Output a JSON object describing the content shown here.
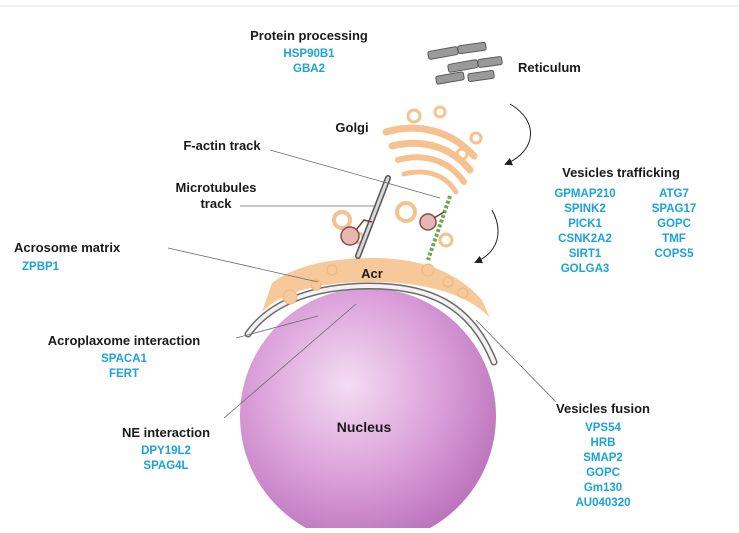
{
  "labels": {
    "protein_processing": "Protein processing",
    "reticulum": "Reticulum",
    "golgi": "Golgi",
    "factin_track": "F-actin track",
    "microtubules_track_line1": "Microtubules",
    "microtubules_track_line2": "track",
    "vesicles_trafficking": "Vesicles trafficking",
    "acrosome_matrix": "Acrosome matrix",
    "acr": "Acr",
    "acroplaxome_interaction": "Acroplaxome interaction",
    "ne_interaction": "NE interaction",
    "nucleus": "Nucleus",
    "vesicles_fusion": "Vesicles fusion"
  },
  "genes": {
    "protein_processing": [
      "HSP90B1",
      "GBA2"
    ],
    "vesicles_trafficking_left": [
      "GPMAP210",
      "SPINK2",
      "PICK1",
      "CSNK2A2",
      "SIRT1",
      "GOLGA3"
    ],
    "vesicles_trafficking_right": [
      "ATG7",
      "SPAG17",
      "GOPC",
      "TMF",
      "COPS5"
    ],
    "acrosome_matrix": [
      "ZPBP1"
    ],
    "acroplaxome_interaction": [
      "SPACA1",
      "FERT"
    ],
    "ne_interaction": [
      "DPY19L2",
      "SPAG4L"
    ],
    "vesicles_fusion": [
      "VPS54",
      "HRB",
      "SMAP2",
      "GOPC",
      "Gm130",
      "AU040320"
    ]
  },
  "colors": {
    "gene_text": "#1aa3d9",
    "label_text": "#1a1a1a",
    "acrosome": "#f7c99a",
    "nucleus": "#d98fd8",
    "reticulum": "#8a8a8a",
    "factin": "#6aa84f"
  }
}
